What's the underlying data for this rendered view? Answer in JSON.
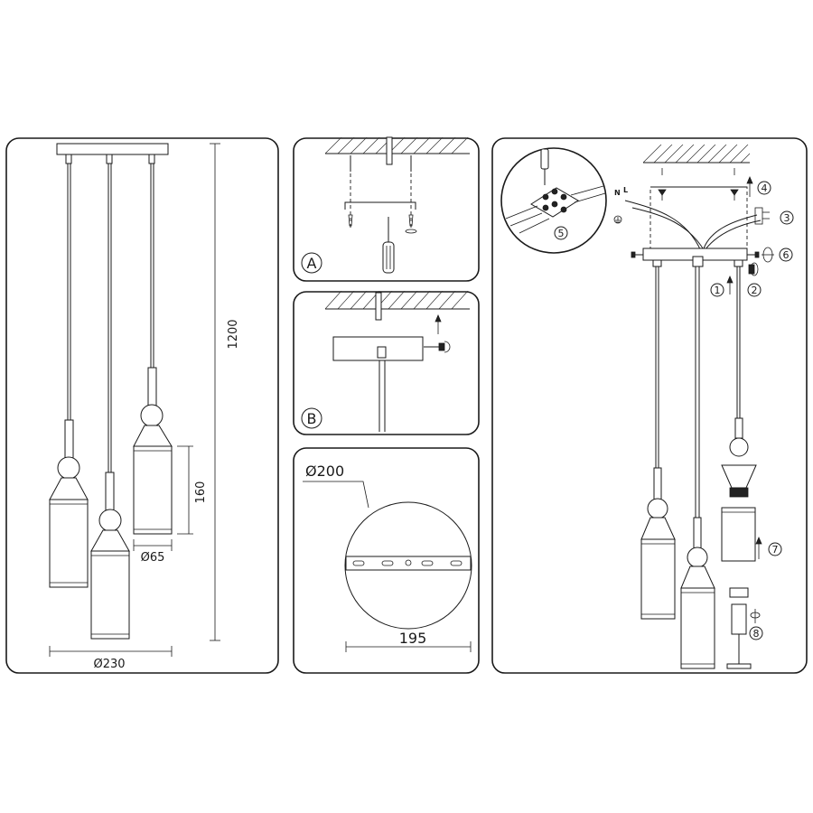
{
  "panel_dimensions": {
    "height_label": "1200",
    "shade_height_label": "160",
    "shade_diameter_label": "Ø65",
    "canopy_diameter_label": "Ø230"
  },
  "panel_a": {
    "step_letter": "A"
  },
  "panel_b": {
    "step_letter": "B"
  },
  "panel_plate": {
    "diameter_label": "Ø200",
    "width_label": "195"
  },
  "panel_assembly": {
    "step_numbers": [
      "1",
      "2",
      "3",
      "4",
      "5",
      "6",
      "7",
      "8"
    ],
    "wire_labels": {
      "neutral": "N",
      "live": "L"
    }
  }
}
